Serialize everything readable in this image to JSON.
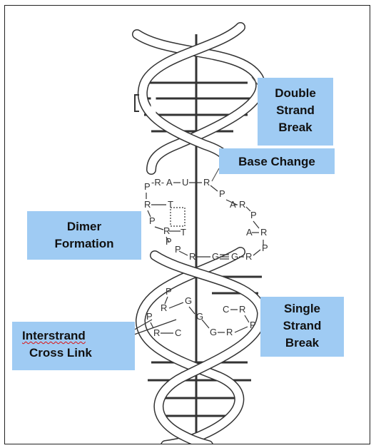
{
  "callouts": {
    "double_strand": [
      "Double",
      "Strand",
      "Break"
    ],
    "base_change": [
      "Base Change"
    ],
    "dimer": [
      "Dimer",
      "Formation"
    ],
    "single_strand": [
      "Single",
      "Strand",
      "Break"
    ],
    "interstrand": [
      "Interstrand",
      "Cross Link"
    ]
  },
  "colors": {
    "callout_fill": "#9fcbf3",
    "line": "#333333",
    "strand_fill": "#ffffff"
  }
}
